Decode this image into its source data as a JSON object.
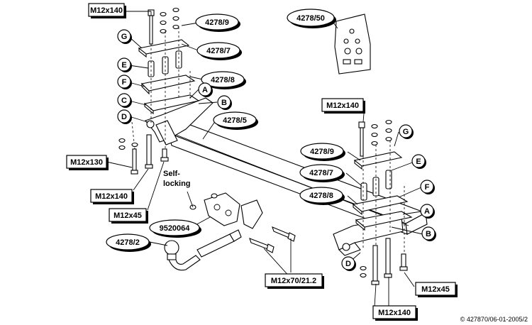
{
  "labels": {
    "rect_m12x140_top": "M12x140",
    "oval_4278_9_top": "4278/9",
    "oval_4278_7_top": "4278/7",
    "oval_4278_8_top": "4278/8",
    "oval_4278_50": "4278/50",
    "circle_g_left": "G",
    "circle_e_left": "E",
    "circle_f_left": "F",
    "circle_c": "C",
    "circle_d_left": "D",
    "circle_a_left": "A",
    "circle_b_left": "B",
    "oval_4278_5": "4278/5",
    "rect_m12x130": "M12x130",
    "rect_m12x140_left": "M12x140",
    "rect_m12x45_left": "M12x45",
    "self_locking_line1": "Self-",
    "self_locking_line2": "locking",
    "oval_9520064": "9520064",
    "oval_4278_2": "4278/2",
    "rect_m12x140_right": "M12x140",
    "circle_g_right": "G",
    "oval_4278_9_right": "4278/9",
    "circle_e_right": "E",
    "oval_4278_7_right": "4278/7",
    "circle_f_right": "F",
    "oval_4278_8_right": "4278/8",
    "circle_a_right": "A",
    "circle_b_right": "B",
    "circle_d_right": "D",
    "rect_m12x70": "M12x70/21.2",
    "rect_m12x45_right": "M12x45",
    "rect_m12x140_bottom": "M12x140"
  },
  "copyright": "© 427870/06-01-2005/2"
}
